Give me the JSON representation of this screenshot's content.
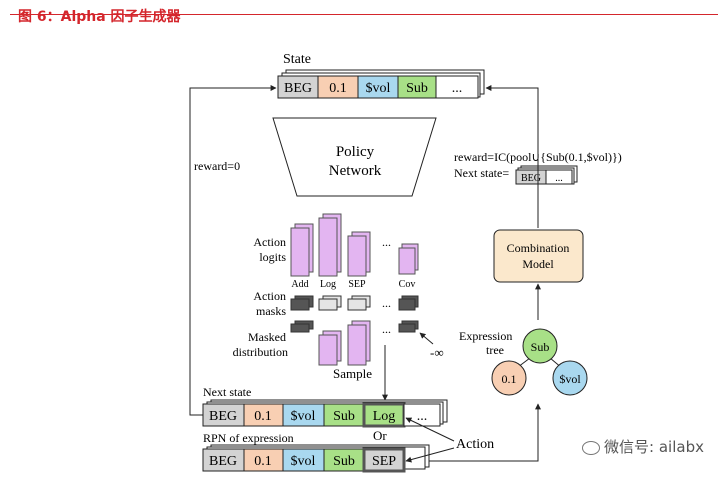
{
  "figure_title": "图 6：Alpha 因子生成器",
  "state_label": "State",
  "state_tokens": [
    "BEG",
    "0.1",
    "$vol",
    "Sub",
    "..."
  ],
  "policy_label": [
    "Policy",
    "Network"
  ],
  "reward0": "reward=0",
  "reward_formula": "reward=IC(pool∪{Sub(0.1,$vol)})",
  "next_state_label": "Next state=",
  "next_state_tokens": [
    "BEG",
    "..."
  ],
  "action_logits_label": [
    "Action",
    "logits"
  ],
  "action_masks_label": [
    "Action",
    "masks"
  ],
  "masked_dist_label": [
    "Masked",
    "distribution"
  ],
  "ops": [
    "Add",
    "Log",
    "SEP",
    "Cov"
  ],
  "ellipsis": "...",
  "neg_inf": "-∞",
  "sample_label": "Sample",
  "combo_label": [
    "Combination",
    "Model"
  ],
  "expr_tree_label": [
    "Expression",
    "tree"
  ],
  "tree_nodes": {
    "root": "Sub",
    "left": "0.1",
    "right": "$vol"
  },
  "next_state_row_label": "Next state",
  "next_row_tokens": [
    "BEG",
    "0.1",
    "$vol",
    "Sub",
    "Log",
    "..."
  ],
  "or_label": "Or",
  "rpn_label": "RPN of expression",
  "rpn_tokens": [
    "BEG",
    "0.1",
    "$vol",
    "Sub",
    "SEP"
  ],
  "action_label": "Action",
  "watermark": "微信号: ailabx",
  "colors": {
    "beg": "#d3d3d3",
    "num": "#f8cfb3",
    "vol": "#a9d8ef",
    "sub": "#a8e087",
    "logit": "#e3b5f1",
    "logit_edge": "#b36cc8",
    "combo": "#fbe8cc",
    "accent": "#d4262c"
  }
}
